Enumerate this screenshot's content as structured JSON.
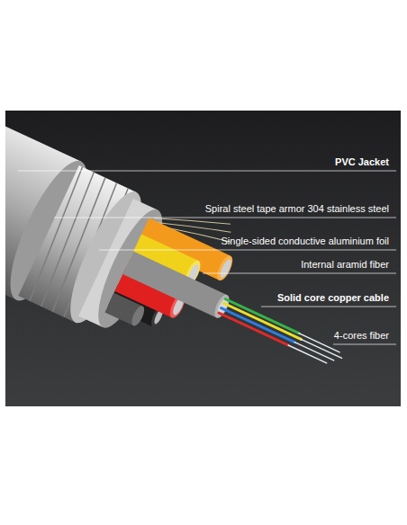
{
  "diagram": {
    "labels": [
      "PVC Jacket",
      "Spiral steel tape armor 304 stainless steel",
      "Single-sided conductive aluminium foil",
      "Internal aramid fiber",
      "Solid core copper cable",
      "4-cores fiber"
    ]
  }
}
